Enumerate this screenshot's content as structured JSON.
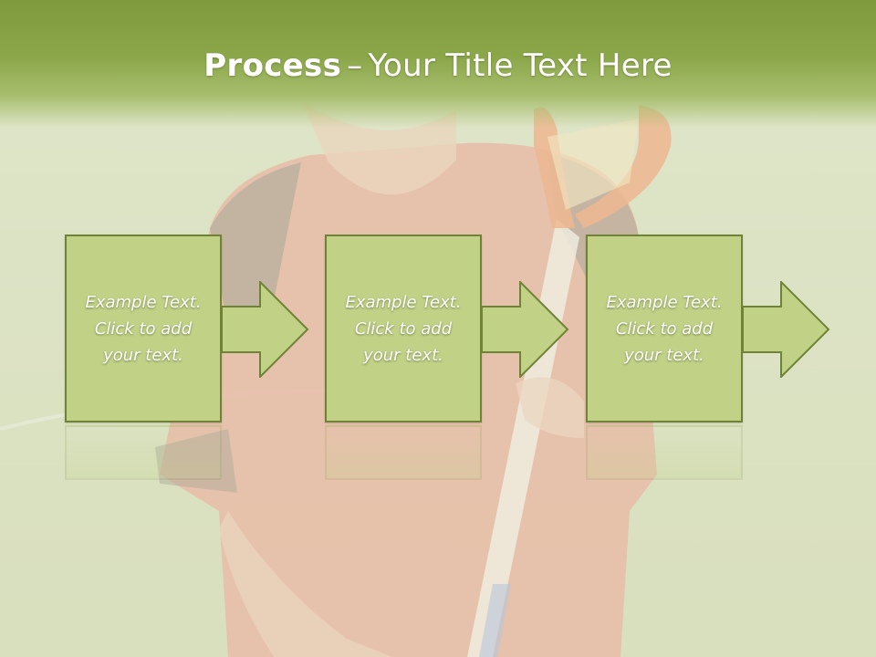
{
  "slide": {
    "title_bold": "Process",
    "title_dash": "–",
    "title_rest": "Your Title Text Here",
    "steps": [
      {
        "text": "Example Text.\nClick  to add\nyour text."
      },
      {
        "text": "Example Text.\nClick  to add\nyour text."
      },
      {
        "text": "Example Text.\nClick  to add\nyour text."
      }
    ]
  },
  "colors": {
    "header_green": "#7e9a3c",
    "box_fill": "#c1d287",
    "box_border": "#6f8337"
  },
  "icons": {
    "step_arrow": "arrow-right-icon"
  }
}
